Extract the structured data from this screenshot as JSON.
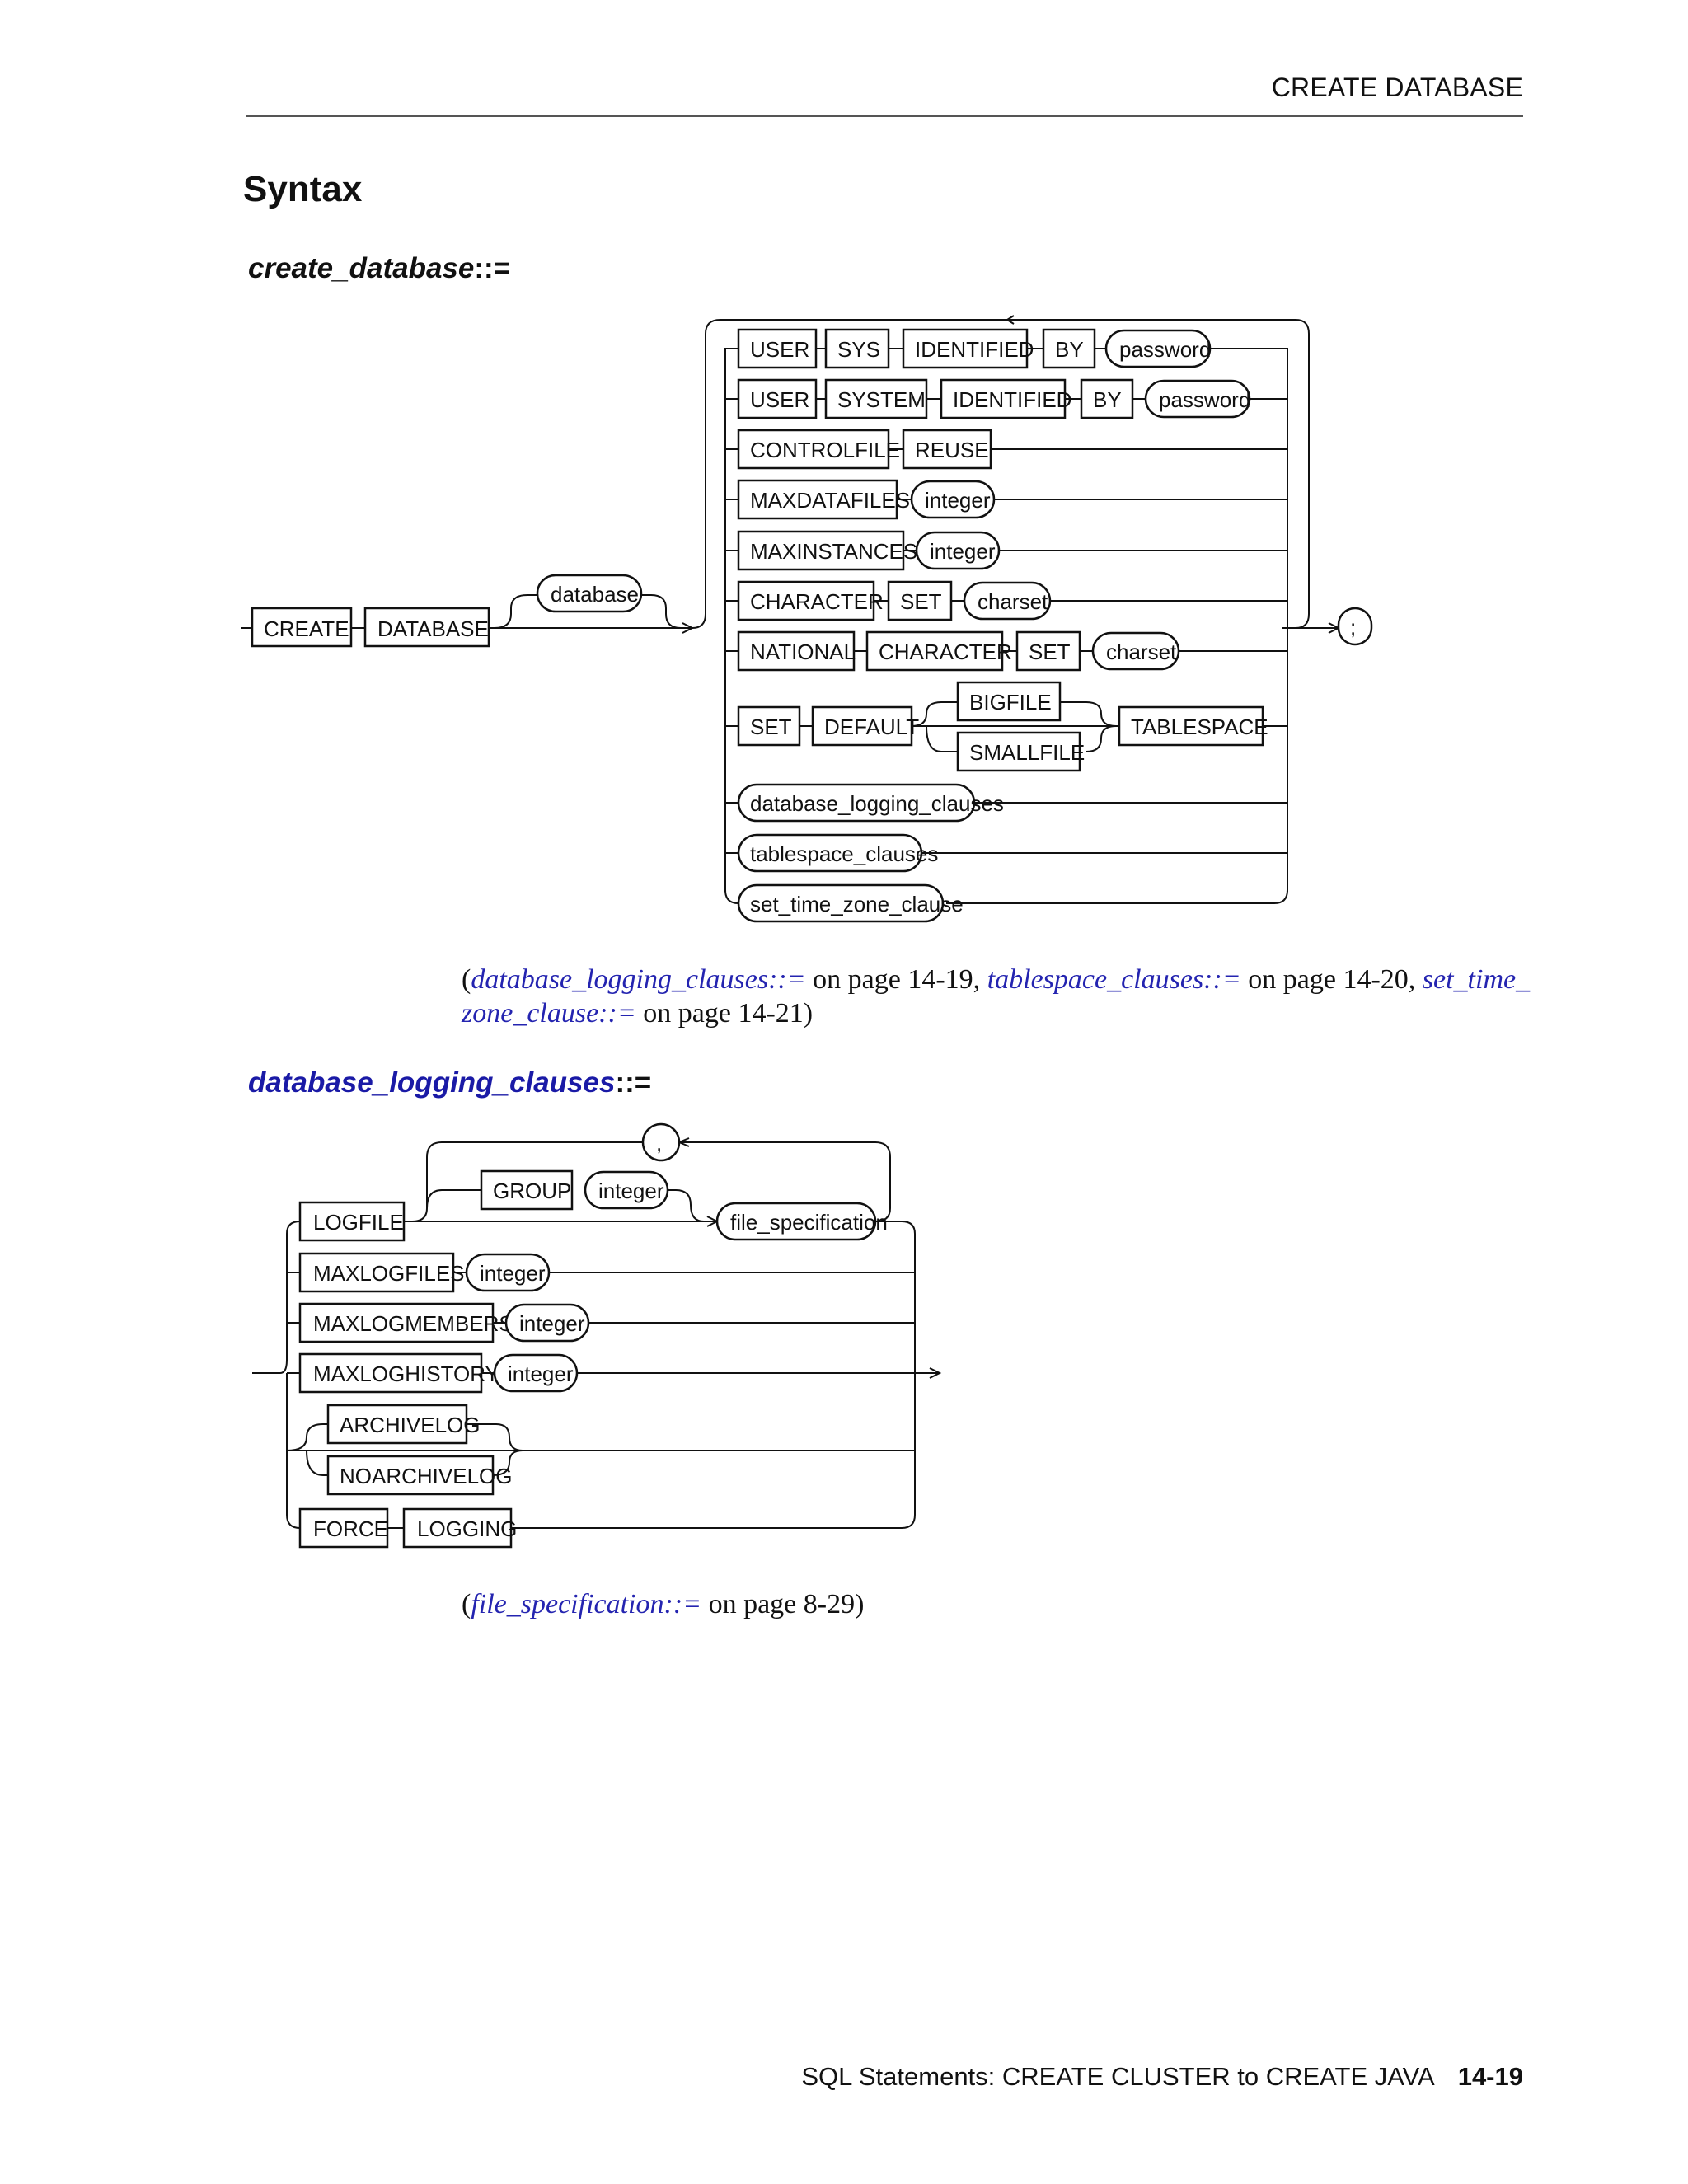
{
  "header": {
    "running_head": "CREATE DATABASE"
  },
  "section": {
    "heading": "Syntax"
  },
  "rule1": {
    "name": "create_database",
    "op": "::=",
    "tokens": {
      "create": "CREATE",
      "database_kw": "DATABASE",
      "database": "database",
      "semicolon": ";",
      "user": "USER",
      "sys": "SYS",
      "system": "SYSTEM",
      "identified": "IDENTIFIED",
      "by": "BY",
      "password": "password",
      "controlfile": "CONTROLFILE",
      "reuse": "REUSE",
      "maxdatafiles": "MAXDATAFILES",
      "maxinstances": "MAXINSTANCES",
      "integer": "integer",
      "character": "CHARACTER",
      "set": "SET",
      "charset": "charset",
      "national": "NATIONAL",
      "default": "DEFAULT",
      "bigfile": "BIGFILE",
      "smallfile": "SMALLFILE",
      "tablespace": "TABLESPACE",
      "database_logging_clauses": "database_logging_clauses",
      "tablespace_clauses": "tablespace_clauses",
      "set_time_zone_clause": "set_time_zone_clause"
    }
  },
  "xref1": {
    "open": "(",
    "link1": "database_logging_clauses::=",
    "text1": " on page 14-19, ",
    "link2": "tablespace_clauses::=",
    "text2": " on page 14-20, ",
    "link3": "set_time_ zone_clause::=",
    "text3": " on page 14-21)"
  },
  "rule2": {
    "name": "database_logging_clauses",
    "op": "::=",
    "tokens": {
      "comma": ",",
      "logfile": "LOGFILE",
      "group": "GROUP",
      "integer": "integer",
      "file_specification": "file_specification",
      "maxlogfiles": "MAXLOGFILES",
      "maxlogmembers": "MAXLOGMEMBERS",
      "maxloghistory": "MAXLOGHISTORY",
      "archivelog": "ARCHIVELOG",
      "noarchivelog": "NOARCHIVELOG",
      "force": "FORCE",
      "logging": "LOGGING"
    }
  },
  "xref2": {
    "open": "(",
    "link1": "file_specification::=",
    "text1": " on page 8-29)"
  },
  "footer": {
    "title": "SQL Statements: CREATE CLUSTER to CREATE JAVA",
    "page": "14-19"
  }
}
